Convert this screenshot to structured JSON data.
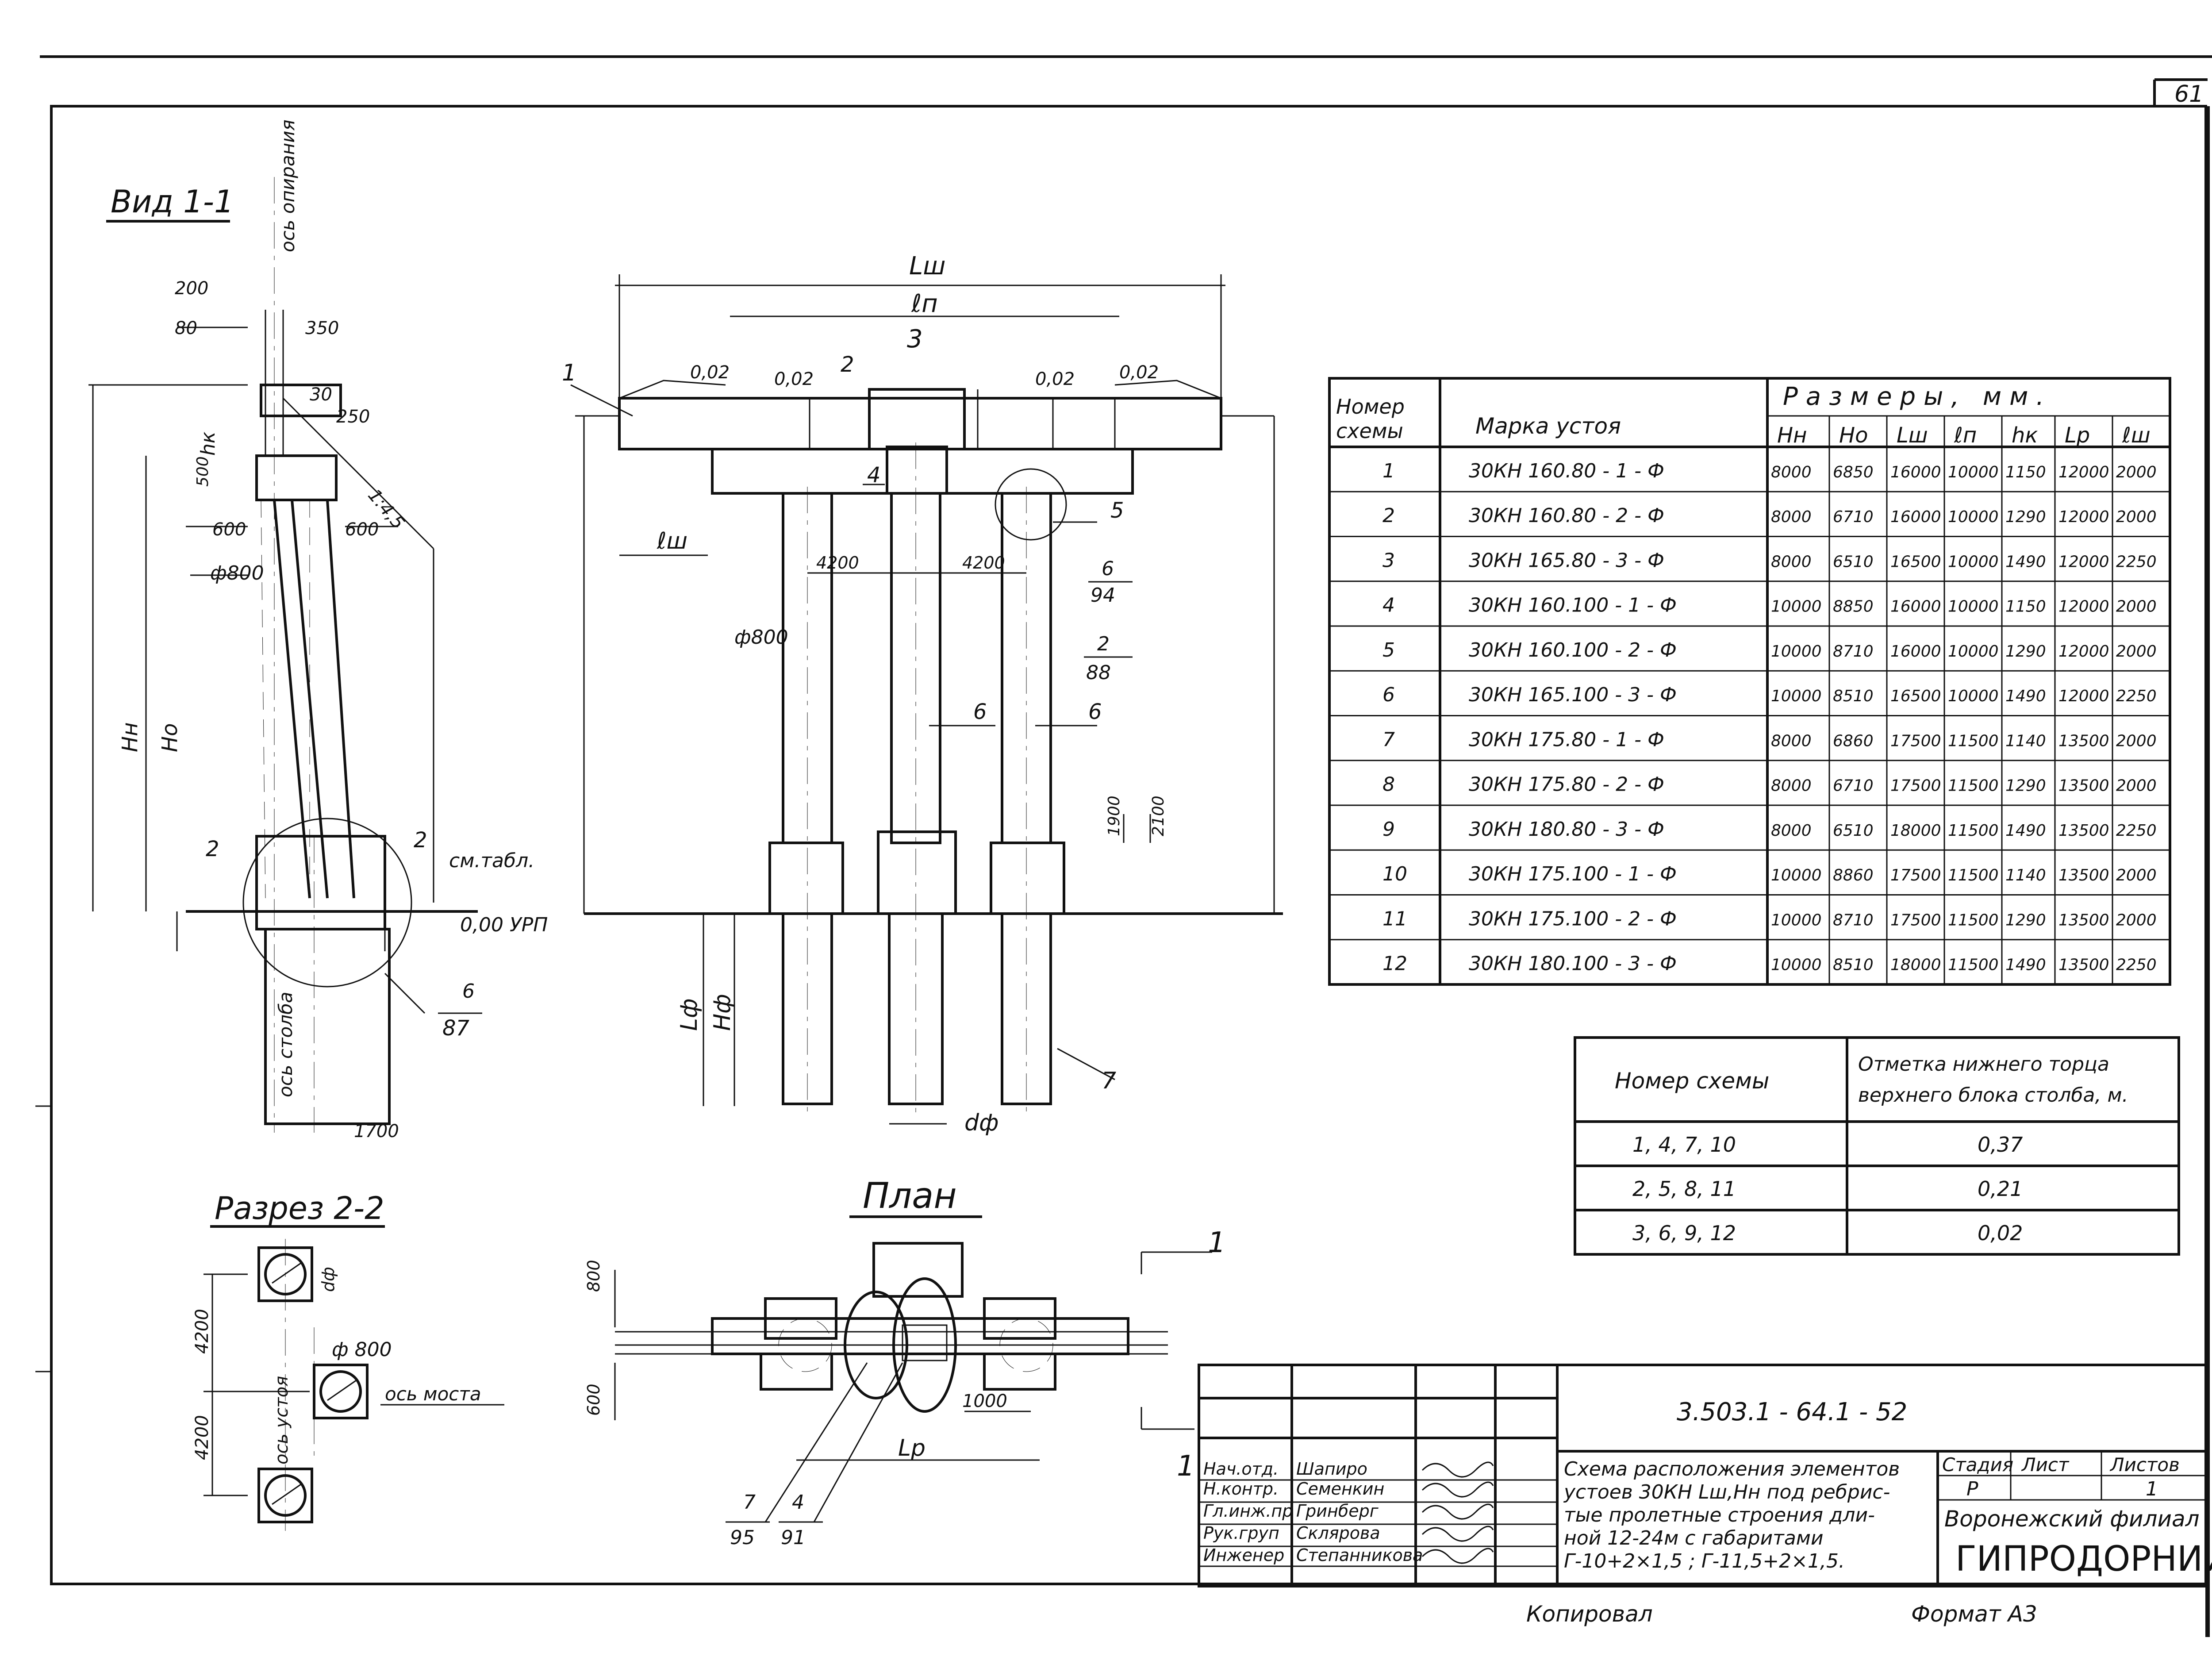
{
  "page_number": "61",
  "views": {
    "side_view_title": "Вид 1-1",
    "section_title": "Разрез 2-2",
    "plan_title": "План"
  },
  "side_view": {
    "support_axis": "ось опирания",
    "column_axis": "ось столба",
    "dims": [
      "200",
      "80",
      "350",
      "30",
      "250",
      "500",
      "600",
      "600",
      "1700"
    ],
    "slope": "1:4,5",
    "diameter": "ф800",
    "h_k": "hк",
    "H_n": "Hн",
    "H_o": "Hо",
    "see_table": "см.табл.",
    "level": "0,00 УРП",
    "section_mark": "2",
    "callout_top": "6",
    "callout_bottom": "87"
  },
  "front_view": {
    "L_sh": "Lш",
    "l_n": "ℓп",
    "l_sh": "ℓш",
    "slopes": [
      "0,02",
      "0,02",
      "0,02",
      "0,02"
    ],
    "dims": [
      "4200",
      "4200",
      "1900",
      "2100"
    ],
    "diameter": "ф800",
    "L_f": "Lф",
    "H_f": "Hф",
    "d_f": "dф",
    "items": [
      "1",
      "2",
      "3",
      "4",
      "5",
      "6",
      "6",
      "6",
      "7"
    ],
    "callouts": [
      {
        "top": "6",
        "bottom": "94"
      },
      {
        "top": "2",
        "bottom": "88"
      }
    ]
  },
  "section_2_2": {
    "dims": [
      "4200",
      "4200"
    ],
    "diameter": "ф 800",
    "d_f": "dф",
    "bridge_axis": "ось моста",
    "abutment_axis": "ось устоя"
  },
  "plan": {
    "dims": [
      "800",
      "600",
      "1000"
    ],
    "L_p": "Lр",
    "section_mark": "1",
    "callouts": [
      {
        "top": "7",
        "bottom": "95"
      },
      {
        "top": "4",
        "bottom": "91"
      }
    ]
  },
  "dimensions_table": {
    "header_scheme": "Номер схемы",
    "header_mark": "Марка устоя",
    "header_sizes": "Размеры, мм.",
    "columns": [
      "Hн",
      "Hо",
      "Lш",
      "ℓп",
      "hк",
      "Lр",
      "ℓш"
    ],
    "rows": [
      {
        "n": "1",
        "mark": "30КН 160.80 - 1 - Ф",
        "vals": [
          "8000",
          "6850",
          "16000",
          "10000",
          "1150",
          "12000",
          "2000"
        ]
      },
      {
        "n": "2",
        "mark": "30КН 160.80 - 2 - Ф",
        "vals": [
          "8000",
          "6710",
          "16000",
          "10000",
          "1290",
          "12000",
          "2000"
        ]
      },
      {
        "n": "3",
        "mark": "30КН 165.80 - 3 - Ф",
        "vals": [
          "8000",
          "6510",
          "16500",
          "10000",
          "1490",
          "12000",
          "2250"
        ]
      },
      {
        "n": "4",
        "mark": "30КН 160.100 - 1 - Ф",
        "vals": [
          "10000",
          "8850",
          "16000",
          "10000",
          "1150",
          "12000",
          "2000"
        ]
      },
      {
        "n": "5",
        "mark": "30КН 160.100 - 2 - Ф",
        "vals": [
          "10000",
          "8710",
          "16000",
          "10000",
          "1290",
          "12000",
          "2000"
        ]
      },
      {
        "n": "6",
        "mark": "30КН 165.100 - 3 - Ф",
        "vals": [
          "10000",
          "8510",
          "16500",
          "10000",
          "1490",
          "12000",
          "2250"
        ]
      },
      {
        "n": "7",
        "mark": "30КН 175.80 - 1 - Ф",
        "vals": [
          "8000",
          "6860",
          "17500",
          "11500",
          "1140",
          "13500",
          "2000"
        ]
      },
      {
        "n": "8",
        "mark": "30КН 175.80 - 2 - Ф",
        "vals": [
          "8000",
          "6710",
          "17500",
          "11500",
          "1290",
          "13500",
          "2000"
        ]
      },
      {
        "n": "9",
        "mark": "30КН 180.80 - 3 - Ф",
        "vals": [
          "8000",
          "6510",
          "18000",
          "11500",
          "1490",
          "13500",
          "2250"
        ]
      },
      {
        "n": "10",
        "mark": "30КН 175.100 - 1 - Ф",
        "vals": [
          "10000",
          "8860",
          "17500",
          "11500",
          "1140",
          "13500",
          "2000"
        ]
      },
      {
        "n": "11",
        "mark": "30КН 175.100 - 2 - Ф",
        "vals": [
          "10000",
          "8710",
          "17500",
          "11500",
          "1290",
          "13500",
          "2000"
        ]
      },
      {
        "n": "12",
        "mark": "30КН 180.100 - 3 - Ф",
        "vals": [
          "10000",
          "8510",
          "18000",
          "11500",
          "1490",
          "13500",
          "2250"
        ]
      }
    ]
  },
  "elevation_table": {
    "header_scheme": "Номер схемы",
    "header_value": "Отметка нижнего торца верхнего блока столба, м.",
    "rows": [
      {
        "schemes": "1, 4, 7, 10",
        "value": "0,37"
      },
      {
        "schemes": "2, 5, 8, 11",
        "value": "0,21"
      },
      {
        "schemes": "3, 6, 9, 12",
        "value": "0,02"
      }
    ]
  },
  "title_block": {
    "code": "3.503.1 - 64.1 - 52",
    "description": [
      "Схема расположения элементов",
      "устоев 30КН Lш,Hн под ребрис-",
      "тые пролетные строения дли-",
      "ной 12-24м с габаритами",
      "Г-10+2×1,5 ; Г-11,5+2×1,5."
    ],
    "stage_label": "Стадия",
    "sheet_label": "Лист",
    "sheets_label": "Листов",
    "stage": "Р",
    "sheet": "",
    "sheets": "1",
    "org_line1": "Воронежский филиал",
    "org_line2": "ГИПРОДОРНИИ",
    "signatures": [
      {
        "role": "Нач.отд.",
        "name": "Шапиро"
      },
      {
        "role": "Н.контр.",
        "name": "Семенкин"
      },
      {
        "role": "Гл.инж.пр",
        "name": "Гринберг"
      },
      {
        "role": "Рук.груп",
        "name": "Склярова"
      },
      {
        "role": "Инженер",
        "name": "Степанникова"
      }
    ],
    "copied": "Копировал",
    "format": "Формат А3"
  }
}
